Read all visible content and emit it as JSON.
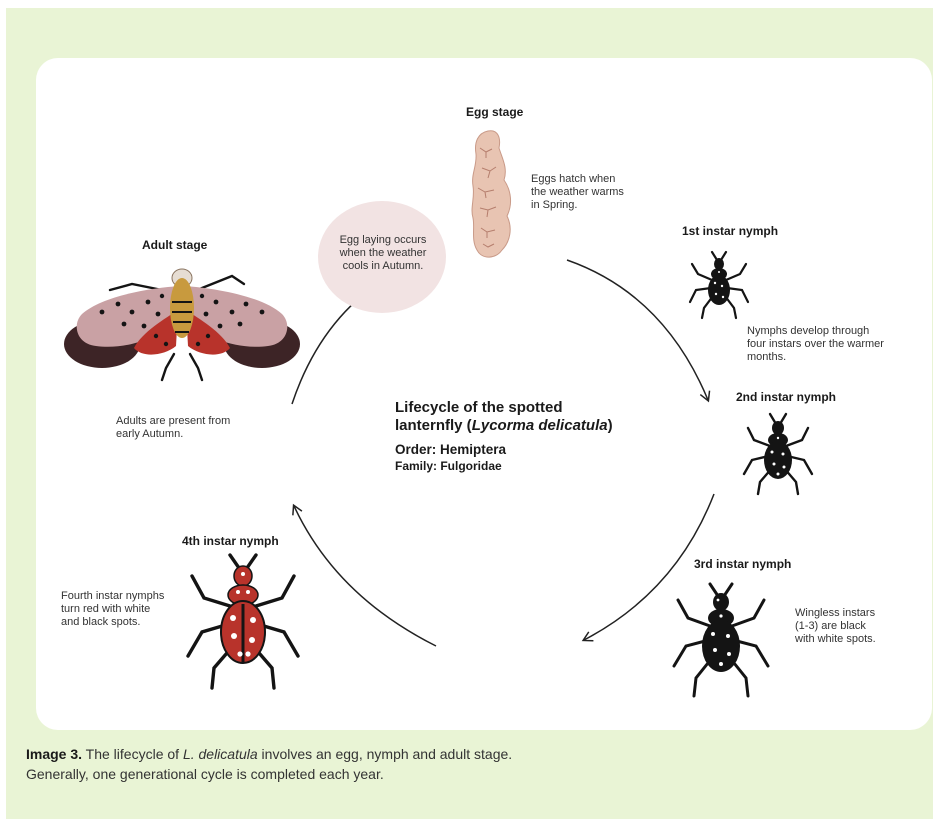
{
  "diagram": {
    "egg": {
      "title": "Egg stage",
      "desc": [
        "Eggs hatch when",
        "the weather warms",
        "in Spring."
      ]
    },
    "egg_laying": [
      "Egg laying occurs",
      "when the weather",
      "cools in Autumn."
    ],
    "nymph1": {
      "title": "1st instar nymph",
      "desc": [
        "Nymphs develop through",
        "four instars over the warmer",
        "months."
      ]
    },
    "nymph2": {
      "title": "2nd instar nymph"
    },
    "nymph3": {
      "title": "3rd instar nymph",
      "desc": [
        "Wingless instars",
        "(1-3) are black",
        "with white spots."
      ]
    },
    "nymph4": {
      "title": "4th instar nymph",
      "desc": [
        "Fourth instar nymphs",
        "turn red with white",
        "and black spots."
      ]
    },
    "adult": {
      "title": "Adult stage",
      "desc": [
        "Adults are present from",
        "early Autumn."
      ]
    },
    "center": {
      "title_line1": "Lifecycle of the spotted",
      "title_line2_prefix": "lanternfly (",
      "title_line2_species": "Lycorma delicatula",
      "title_line2_suffix": ")",
      "order": "Order: Hemiptera",
      "family": "Family: Fulgoridae"
    }
  },
  "caption": {
    "label": "Image 3.",
    "text1_prefix": " The lifecycle of ",
    "species": "L. delicatula",
    "text1_suffix": " involves an egg, nymph and adult stage.",
    "text2": "Generally, one generational cycle is completed each year."
  },
  "colors": {
    "frame": "#e9f4d5",
    "card": "#ffffff",
    "bubble": "#f2e3e3",
    "egg": "#e8c4b2",
    "nymph_black": "#141414",
    "nymph_red": "#b8332b",
    "wing_pink": "#c9a1a4",
    "wing_dark": "#3d2426"
  }
}
